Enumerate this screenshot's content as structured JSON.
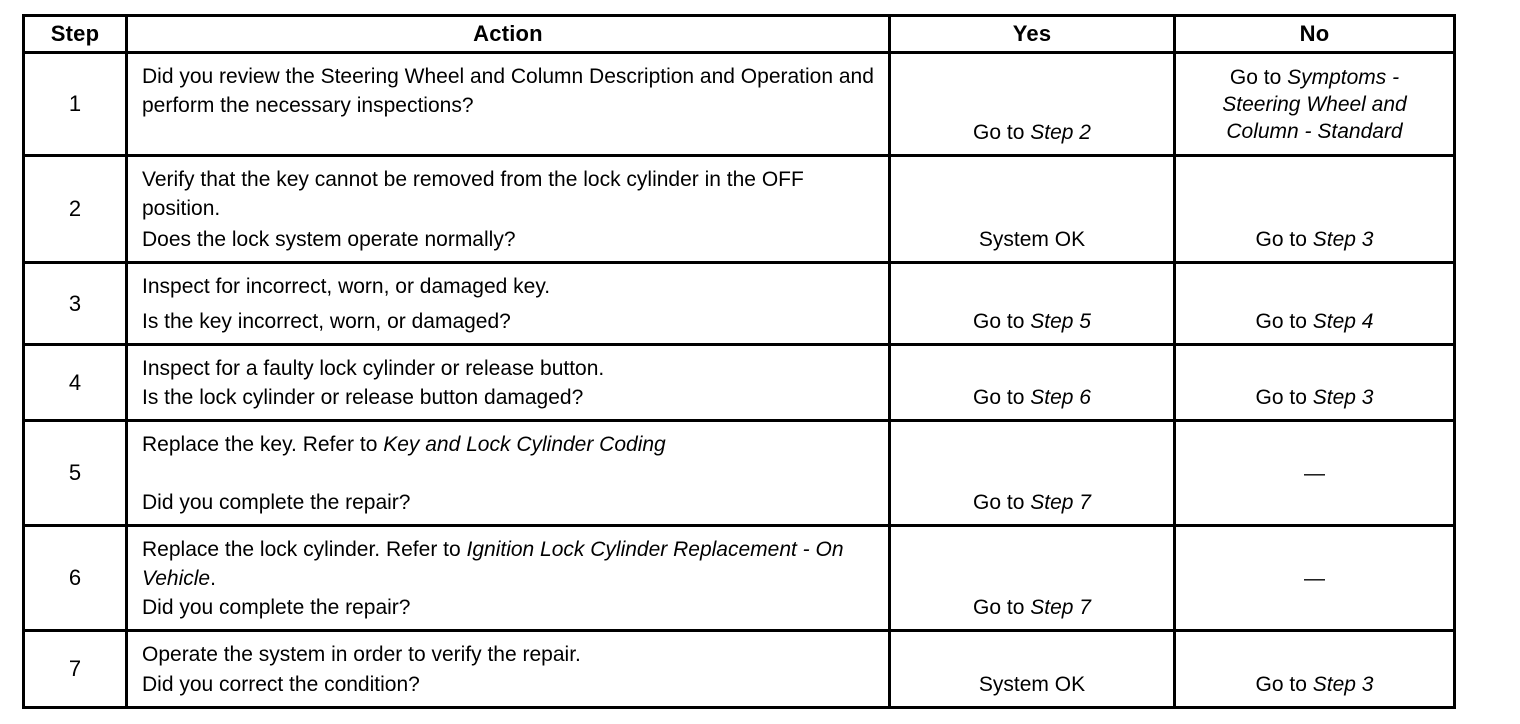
{
  "page": {
    "background_color": "#ffffff",
    "text_color": "#000000",
    "border_color": "#000000"
  },
  "table": {
    "columns": [
      {
        "key": "step",
        "label": "Step"
      },
      {
        "key": "action",
        "label": "Action"
      },
      {
        "key": "yes",
        "label": "Yes"
      },
      {
        "key": "no",
        "label": "No"
      }
    ],
    "rows": [
      {
        "step": "1",
        "statement": [
          "Did you review the Steering Wheel and Column Description and Operation and perform the necessary inspections?"
        ],
        "question": null,
        "yes": [
          "Go to ",
          {
            "i": "Step 2"
          }
        ],
        "no": [
          "Go to ",
          {
            "i": "Symptoms - Steering Wheel and Column - Standard"
          }
        ],
        "no_valign": "middle"
      },
      {
        "step": "2",
        "statement": [
          "Verify that the key cannot be removed from the lock cylinder in the OFF position."
        ],
        "question": [
          "Does the lock system operate normally?"
        ],
        "yes": [
          "System OK"
        ],
        "no": [
          "Go to ",
          {
            "i": "Step 3"
          }
        ]
      },
      {
        "step": "3",
        "statement": [
          "Inspect for incorrect, worn, or damaged key."
        ],
        "question": [
          "Is the key incorrect, worn, or damaged?"
        ],
        "yes": [
          "Go to ",
          {
            "i": "Step 5"
          }
        ],
        "no": [
          "Go to ",
          {
            "i": "Step 4"
          }
        ]
      },
      {
        "step": "4",
        "statement": [
          "Inspect for a faulty lock cylinder or release button."
        ],
        "question": [
          "Is the lock cylinder or release button damaged?"
        ],
        "yes": [
          "Go to ",
          {
            "i": "Step 6"
          }
        ],
        "no": [
          "Go to ",
          {
            "i": "Step 3"
          }
        ]
      },
      {
        "step": "5",
        "statement": [
          "Replace the key. Refer to ",
          {
            "i": "Key and Lock Cylinder Coding"
          }
        ],
        "question": [
          "Did you complete the repair?"
        ],
        "yes": [
          "Go to ",
          {
            "i": "Step 7"
          }
        ],
        "no": [
          "—"
        ],
        "no_valign": "middle"
      },
      {
        "step": "6",
        "statement": [
          "Replace the lock cylinder. Refer to ",
          {
            "i": "Ignition Lock Cylinder Replacement - On Vehicle"
          },
          "."
        ],
        "question": [
          "Did you complete the repair?"
        ],
        "yes": [
          "Go to ",
          {
            "i": "Step 7"
          }
        ],
        "no": [
          "—"
        ],
        "no_valign": "middle"
      },
      {
        "step": "7",
        "statement": [
          "Operate the system in order to verify the repair."
        ],
        "question": [
          "Did you correct the condition?"
        ],
        "yes": [
          "System OK"
        ],
        "no": [
          "Go to ",
          {
            "i": "Step 3"
          }
        ]
      }
    ]
  }
}
